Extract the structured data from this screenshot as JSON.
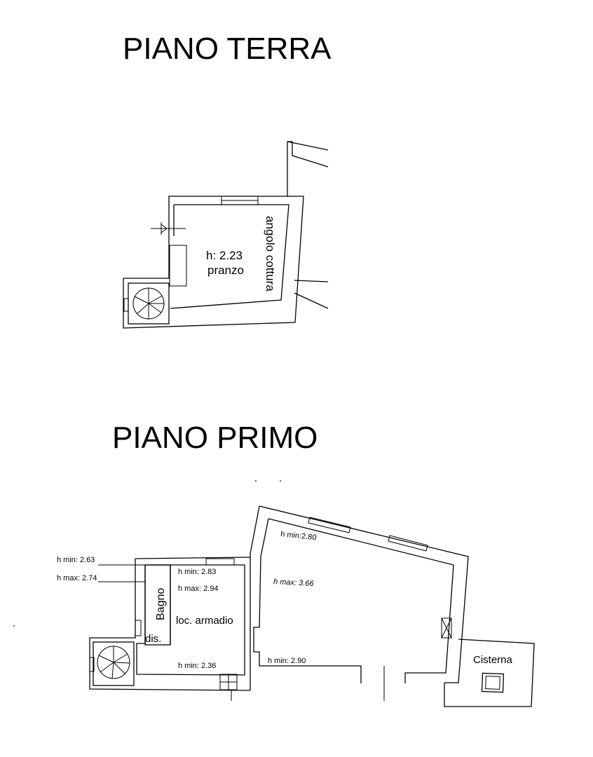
{
  "floors": {
    "ground": {
      "title": "PIANO TERRA",
      "rooms": {
        "height": "h: 2.23",
        "dining": "pranzo",
        "kitchen_corner": "angolo cottura"
      }
    },
    "first": {
      "title": "PIANO PRIMO",
      "rooms": {
        "bathroom": "Bagno",
        "closet": "loc. armadio",
        "landing": "dis.",
        "cistern": "Cisterna"
      },
      "heights": {
        "bath_hmin": "h min: 2.63",
        "bath_hmax": "h max: 2.74",
        "closet_hmin": "h min: 2.83",
        "closet_hmax": "h max: 2.94",
        "landing_hmin": "h min: 2.36",
        "room_hmin_top": "h min:2.80",
        "room_hmax": "h max: 3.66",
        "room_hmin_bottom": "h min: 2.90"
      }
    }
  }
}
